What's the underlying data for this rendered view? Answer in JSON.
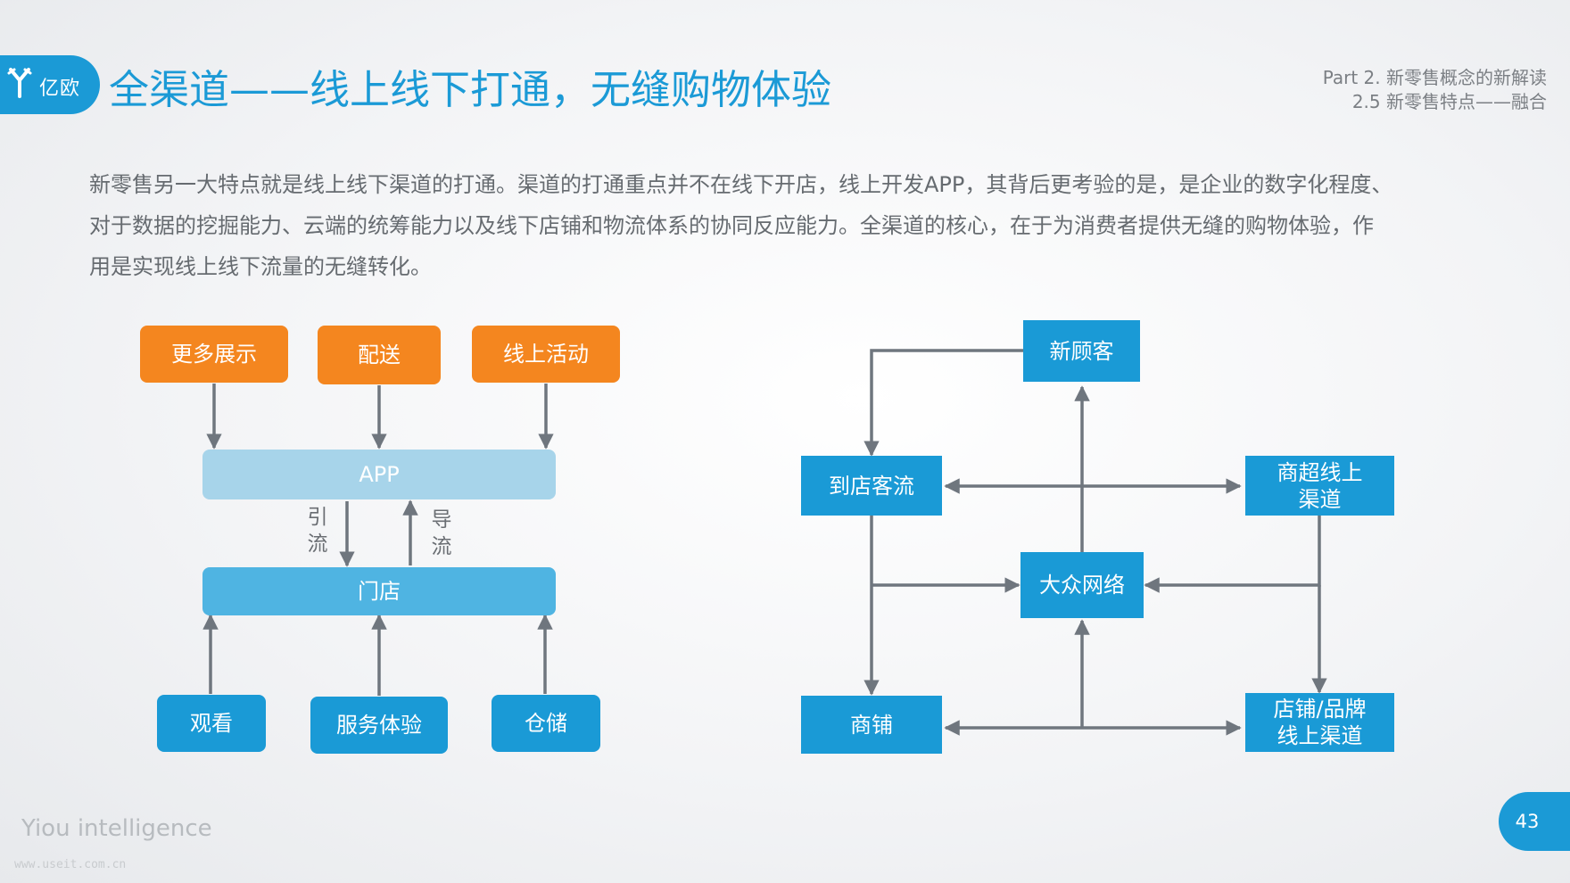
{
  "header": {
    "logo_text": "亿欧",
    "title": "全渠道——线上线下打通，无缝购物体验",
    "part": "Part 2. 新零售概念的新解读",
    "section": "2.5 新零售特点——融合"
  },
  "body_lines": [
    "新零售另一大特点就是线上线下渠道的打通。渠道的打通重点并不在线下开店，线上开发APP，其背后更考验的是，是企业的数字化程度、",
    "对于数据的挖掘能力、云端的统筹能力以及线下店铺和物流体系的协同反应能力。全渠道的核心，在于为消费者提供无缝的购物体验，作",
    "用是实现线上线下流量的无缝转化。"
  ],
  "left_diagram": {
    "top_nodes": [
      "更多展示",
      "配送",
      "线上活动"
    ],
    "app": "APP",
    "store": "门店",
    "up_label": "引流",
    "down_label": "导流",
    "bottom_nodes": [
      "观看",
      "服务体验",
      "仓储"
    ]
  },
  "right_diagram": {
    "new_customer": "新顾客",
    "foot_traffic": "到店客流",
    "supermarket_online": "商超线上渠道",
    "mass_network": "大众网络",
    "shop": "商铺",
    "brand_online": "店铺/品牌线上渠道"
  },
  "footer": {
    "brand": "Yiou intelligence",
    "watermark": "www.useit.com.cn",
    "page_number": "43"
  },
  "colors": {
    "accent_blue": "#1b9ad6",
    "orange": "#f4861f",
    "app_light": "#a7d4ea",
    "store_blue": "#4fb4e2",
    "arrow_gray": "#6f767e"
  }
}
